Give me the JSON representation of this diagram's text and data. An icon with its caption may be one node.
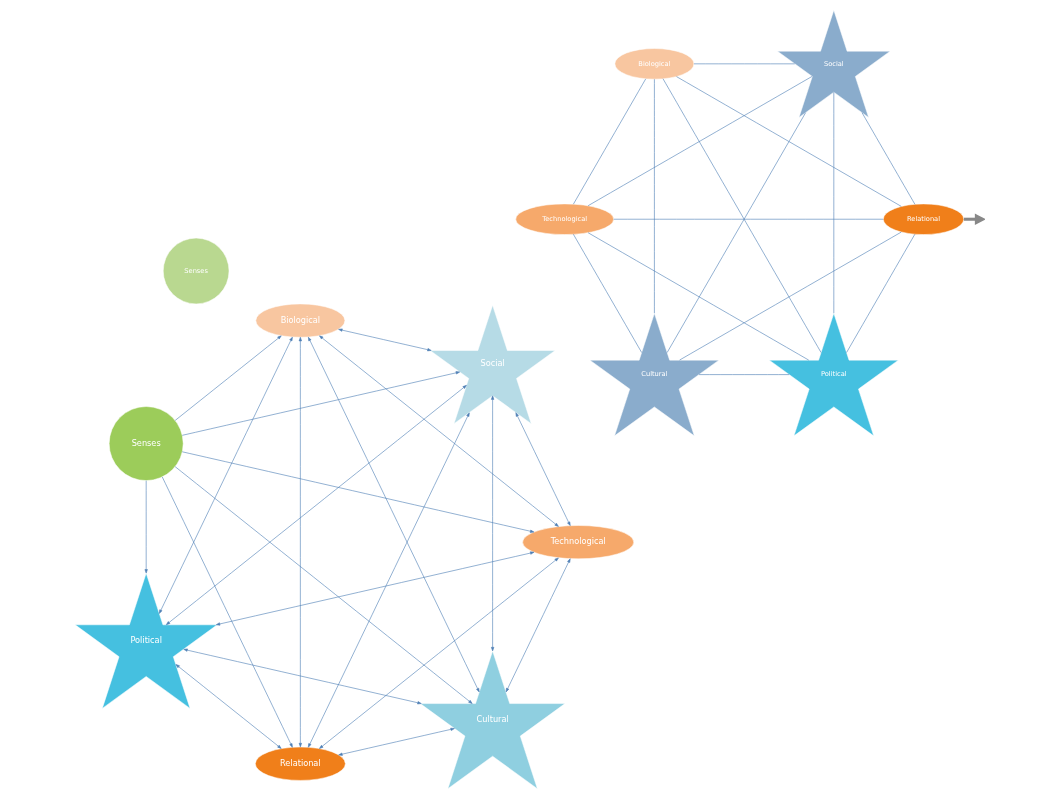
{
  "diagram": {
    "nodes": [
      {
        "text": [
          "Cultural"
        ]
      },
      {
        "text": [
          "Technological"
        ]
      },
      {
        "text": [
          "Political"
        ]
      },
      {
        "text": [
          "Senses"
        ]
      },
      {
        "text": [
          "Biological"
        ]
      },
      {
        "text": [
          "Social"
        ]
      },
      {
        "text": [
          "Relational"
        ]
      },
      {
        "text": [
          "Political"
        ]
      },
      {
        "text": [
          "Relational"
        ]
      },
      {
        "text": [
          "Technological"
        ]
      },
      {
        "text": [
          "Senses"
        ]
      },
      {
        "text": [
          "Biological"
        ]
      },
      {
        "text": [
          "Social"
        ]
      },
      {
        "text": [
          "Cultural"
        ]
      }
    ],
    "edges": [
      {
        "from": 3,
        "to": 0,
        "arrow": "to"
      },
      {
        "from": 3,
        "to": 1,
        "arrow": "to"
      },
      {
        "from": 3,
        "to": 2,
        "arrow": "to"
      },
      {
        "from": 3,
        "to": 4,
        "arrow": "to"
      },
      {
        "from": 3,
        "to": 5,
        "arrow": "to"
      },
      {
        "from": 3,
        "to": 6,
        "arrow": "to"
      },
      {
        "from": 0,
        "to": 1,
        "arrow": "both"
      },
      {
        "from": 0,
        "to": 2,
        "arrow": "both"
      },
      {
        "from": 0,
        "to": 4,
        "arrow": "both"
      },
      {
        "from": 0,
        "to": 5,
        "arrow": "both"
      },
      {
        "from": 0,
        "to": 6,
        "arrow": "both"
      },
      {
        "from": 1,
        "to": 2,
        "arrow": "both"
      },
      {
        "from": 1,
        "to": 4,
        "arrow": "both"
      },
      {
        "from": 1,
        "to": 5,
        "arrow": "both"
      },
      {
        "from": 1,
        "to": 6,
        "arrow": "both"
      },
      {
        "from": 2,
        "to": 4,
        "arrow": "both"
      },
      {
        "from": 2,
        "to": 5,
        "arrow": "both"
      },
      {
        "from": 2,
        "to": 6,
        "arrow": "both"
      },
      {
        "from": 4,
        "to": 5,
        "arrow": "both"
      },
      {
        "from": 4,
        "to": 6,
        "arrow": "both"
      },
      {
        "from": 5,
        "to": 6,
        "arrow": "both"
      },
      {
        "from": 7,
        "to": 8,
        "arrow": "none"
      },
      {
        "from": 7,
        "to": 9,
        "arrow": "none"
      },
      {
        "from": 7,
        "to": 11,
        "arrow": "none"
      },
      {
        "from": 7,
        "to": 12,
        "arrow": "none"
      },
      {
        "from": 7,
        "to": 13,
        "arrow": "none"
      },
      {
        "from": 8,
        "to": 9,
        "arrow": "none"
      },
      {
        "from": 8,
        "to": 11,
        "arrow": "none"
      },
      {
        "from": 8,
        "to": 12,
        "arrow": "none"
      },
      {
        "from": 8,
        "to": 13,
        "arrow": "none"
      },
      {
        "from": 9,
        "to": 11,
        "arrow": "none"
      },
      {
        "from": 9,
        "to": 12,
        "arrow": "none"
      },
      {
        "from": 9,
        "to": 13,
        "arrow": "none"
      },
      {
        "from": 11,
        "to": 12,
        "arrow": "none"
      },
      {
        "from": 11,
        "to": 13,
        "arrow": "none"
      },
      {
        "from": 12,
        "to": 13,
        "arrow": "none"
      },
      {
        "from": 8,
        "to": null,
        "arrow": "to",
        "style": "thick",
        "color": "#888888"
      }
    ]
  }
}
